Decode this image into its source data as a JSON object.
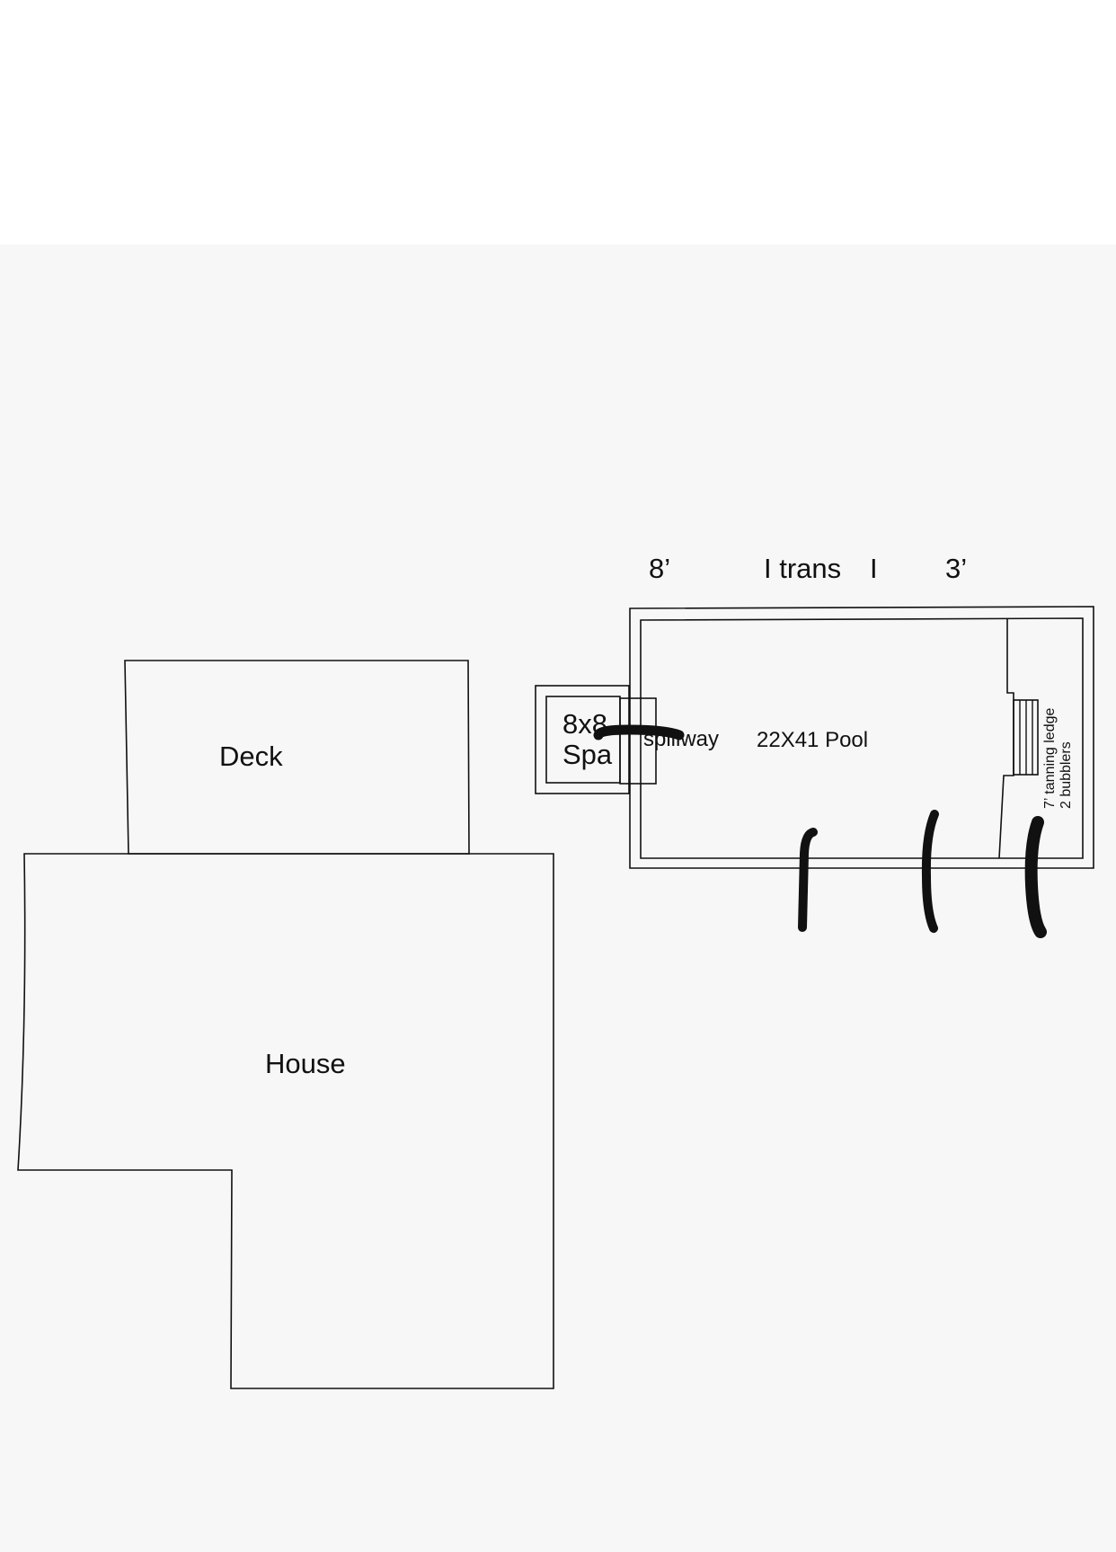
{
  "labels": {
    "deck": "Deck",
    "house": "House",
    "spa_line1": "8x8",
    "spa_line2": "Spa",
    "spillway": "spillway",
    "pool": "22X41 Pool",
    "tanning_line1": "7’ tanning ledge",
    "tanning_line2": "2 bubblers"
  },
  "dimensions": {
    "left": "8’",
    "middle": "I trans",
    "divider": "I",
    "right": "3’"
  },
  "colors": {
    "ink": "#111111",
    "paper": "#f7f7f7"
  }
}
